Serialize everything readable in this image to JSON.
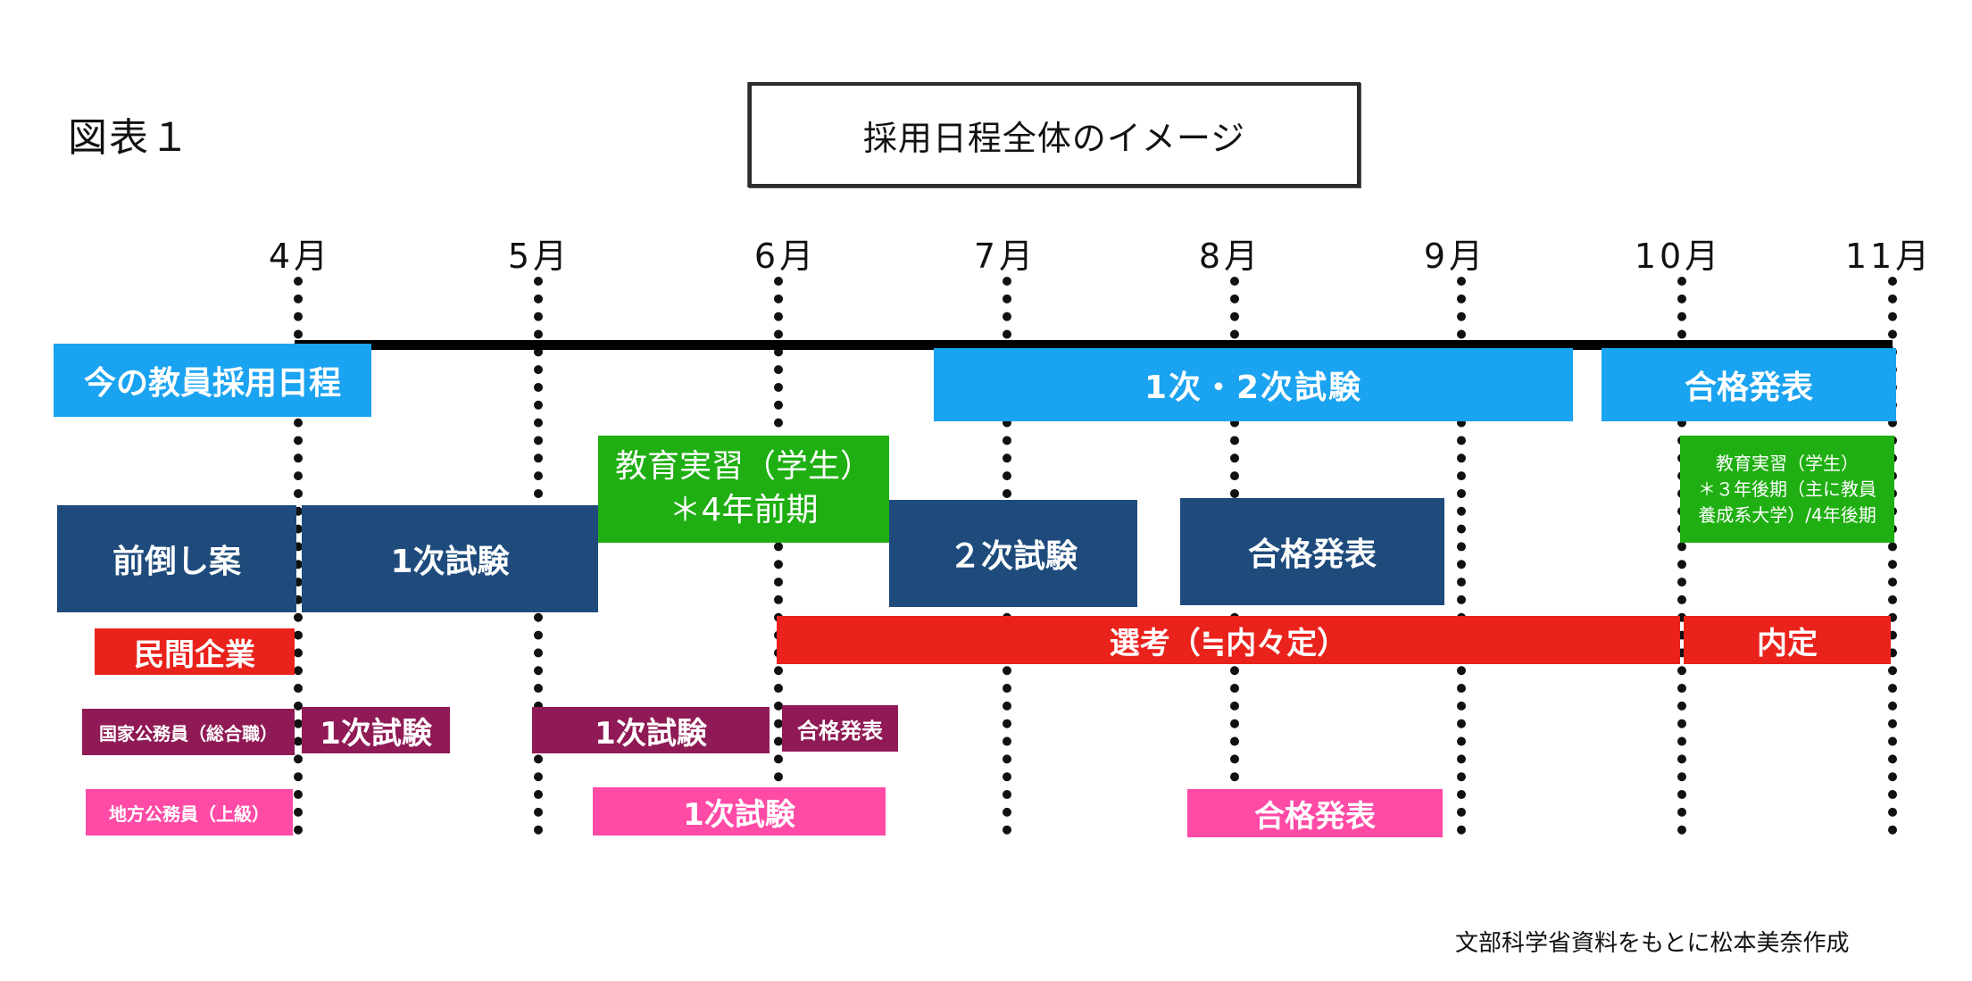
{
  "figure_label": "図表１",
  "title": "採用日程全体のイメージ",
  "months": [
    "4月",
    "5月",
    "6月",
    "7月",
    "8月",
    "9月",
    "10月",
    "11月"
  ],
  "labels": {
    "current_schedule": "今の教員採用日程",
    "proposal": "前倒し案",
    "private_company": "民間企業",
    "national_civil_service": "国家公務員（総合職）",
    "local_civil_service": "地方公務員（上級）"
  },
  "bars": {
    "current_exam": "1次・2次試験",
    "current_pass": "合格発表",
    "current_practicum_line1": "教育実習（学生）",
    "current_practicum_line2": "＊３年後期（主に教員",
    "current_practicum_line3": "養成系大学）/4年後期",
    "proposal_first_exam": "1次試験",
    "proposal_practicum_line1": "教育実習（学生）",
    "proposal_practicum_line2": "＊4年前期",
    "proposal_second_exam": "２次試験",
    "proposal_pass": "合格発表",
    "private_selection": "選考（≒内々定）",
    "private_offer": "内定",
    "national_first_exam_a": "1次試験",
    "national_first_exam_b": "1次試験",
    "national_pass": "合格発表",
    "local_first_exam": "1次試験",
    "local_pass": "合格発表"
  },
  "colors": {
    "current": "#1aa3f0",
    "proposal": "#1e4b7c",
    "practicum": "#1faf12",
    "private": "#ea221c",
    "national": "#8f1a55",
    "local": "#ff4aa6"
  },
  "source": "文部科学省資料をもとに松本美奈作成"
}
